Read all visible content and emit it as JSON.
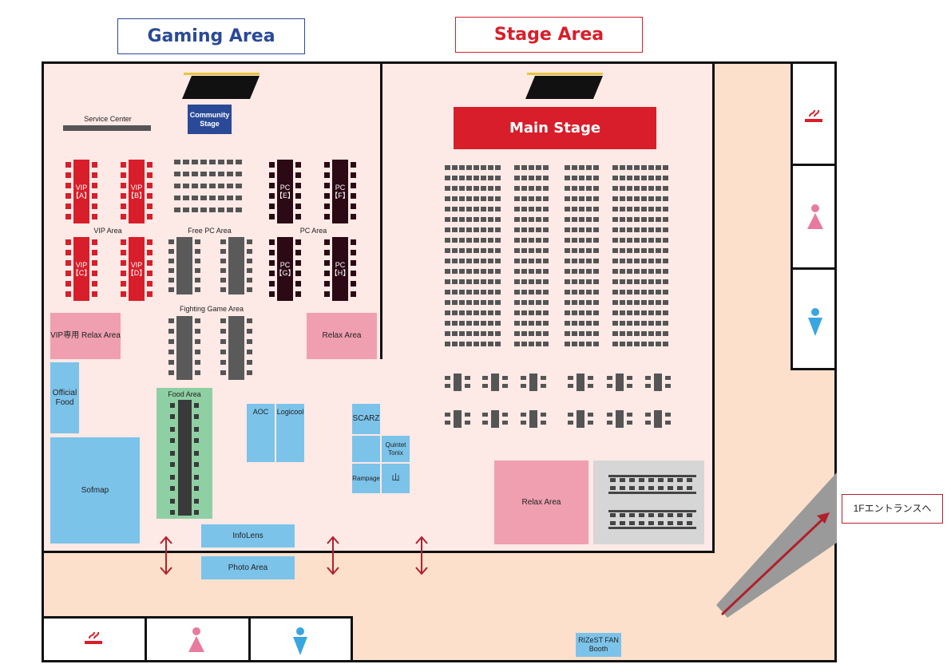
{
  "headers": {
    "gaming": "Gaming Area",
    "stage": "Stage Area",
    "gaming_color": "#2a4a97",
    "stage_color": "#d81e2a"
  },
  "gaming": {
    "service_center": "Service Center",
    "community_stage": "Community Stage",
    "vip_area": "VIP Area",
    "free_pc_area": "Free PC Area",
    "pc_area": "PC Area",
    "fighting_game_area": "Fighting Game Area",
    "vip_relax": "VIP専用 Relax Area",
    "relax": "Relax Area",
    "official_food": "Official Food",
    "sofmap": "Sofmap",
    "food_area": "Food Area",
    "aoc": "AOC",
    "logicool": "Logicool",
    "scarz": "SCARZ",
    "quintet": "Quintet Tonix",
    "rampage": "Rampage",
    "yama": "山",
    "infolens": "InfoLens",
    "photo_area": "Photo Area",
    "vip_tables": [
      "VIP 【A】",
      "VIP 【B】",
      "VIP 【C】",
      "VIP 【D】"
    ],
    "pc_tables": [
      "PC 【E】",
      "PC 【F】",
      "PC 【G】",
      "PC 【H】"
    ]
  },
  "stage": {
    "main_stage": "Main Stage",
    "relax": "Relax Area"
  },
  "misc": {
    "entrance": "1Fエントランスへ",
    "rizest_booth": "RIZeST FAN Booth",
    "smoking_icon": "smoking-icon",
    "women_icon": "women-restroom-icon",
    "men_icon": "men-restroom-icon"
  },
  "colors": {
    "floor_inner": "#fde9e6",
    "corridor": "#fce0cc",
    "vip_red": "#d81e2a",
    "pc_dark": "#2b0a15",
    "booth_blue": "#7cc3ea",
    "relax_pink": "#ef9fb0",
    "food_green": "#8fcfa4",
    "women_pink": "#e87aa0",
    "men_blue": "#3aa6e0"
  }
}
